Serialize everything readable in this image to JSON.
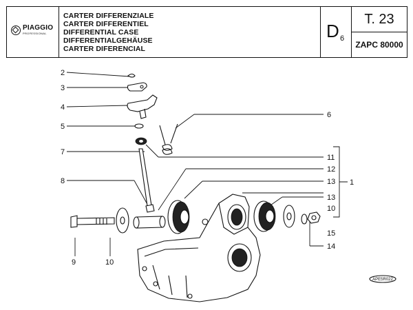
{
  "header": {
    "brand": "PIAGGIO",
    "brand_sub": "PROFESSIONAL",
    "titles": [
      "CARTER DIFFERENZIALE",
      "CARTER DIFFERENTIEL",
      "DIFFERENTIAL CASE",
      "DIFFERENTIALGEHÄUSE",
      "CARTER DIFERENCIAL"
    ],
    "section_letter": "D",
    "section_sub": "6",
    "table_number": "T. 23",
    "model": "ZAPC 80000"
  },
  "callouts": [
    "2",
    "3",
    "4",
    "5",
    "6",
    "7",
    "8",
    "11",
    "12",
    "13",
    "13",
    "10",
    "1",
    "15",
    "14",
    "9",
    "10"
  ],
  "reference_code": "APE5R022",
  "icons": {
    "logo": "piaggio-logo-icon"
  }
}
